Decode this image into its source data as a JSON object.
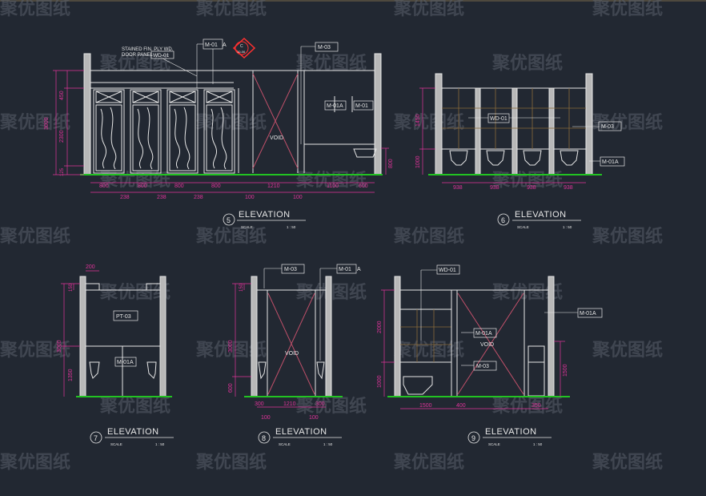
{
  "colors": {
    "background": "#222832",
    "line": "#e6e6e6",
    "dim": "#e0339a",
    "ground": "#22c322",
    "accent": "#ff3030",
    "panel": "#8a6a3a",
    "hatch": "#c0506a",
    "watermark": "#5a606b"
  },
  "watermark": "聚优图纸",
  "notes": {
    "n5_stained": "STAINED FIN. PLY WD.",
    "n5_door": "DOOR PANEL",
    "void": "VOID"
  },
  "tags": {
    "wd01": "WD-01",
    "m01": "M-01",
    "m01a": "M-01A",
    "m03": "M-03",
    "pt03": "PT-03"
  },
  "section_marker": {
    "top": "C",
    "bottom": "10-06"
  },
  "titles": [
    {
      "number": "5",
      "label": "ELEVATION",
      "scale_label": "SCALE",
      "scale": "1 : 50"
    },
    {
      "number": "6",
      "label": "ELEVATION",
      "scale_label": "SCALE",
      "scale": "1 : 50"
    },
    {
      "number": "7",
      "label": "ELEVATION",
      "scale_label": "SCALE",
      "scale": "1 : 50"
    },
    {
      "number": "8",
      "label": "ELEVATION",
      "scale_label": "SCALE",
      "scale": "1 : 50"
    },
    {
      "number": "9",
      "label": "ELEVATION",
      "scale_label": "SCALE",
      "scale": "1 : 50"
    }
  ],
  "dims": {
    "e5_v": [
      "3000",
      "450",
      "2300",
      "125"
    ],
    "e5_v_right": "800",
    "e5_h_top": [
      "800",
      "800",
      "800",
      "800",
      "1210",
      "1100",
      "600"
    ],
    "e5_h_bottom": [
      "238",
      "238",
      "238",
      "100",
      "100"
    ],
    "e6_v": [
      "1450",
      "1000"
    ],
    "e6_h": [
      "938",
      "938",
      "938",
      "938"
    ],
    "e7_h": "200",
    "e7_v": [
      "150",
      "3000",
      "1350"
    ],
    "e8_v": [
      "150",
      "3000",
      "600"
    ],
    "e8_h": [
      "300",
      "1210",
      "300"
    ],
    "e8_h_bottom": [
      "100",
      "100"
    ],
    "e9_v": [
      "2000",
      "1000"
    ],
    "e9_v_right": "1500",
    "e9_h": [
      "1500",
      "400",
      "350"
    ]
  }
}
